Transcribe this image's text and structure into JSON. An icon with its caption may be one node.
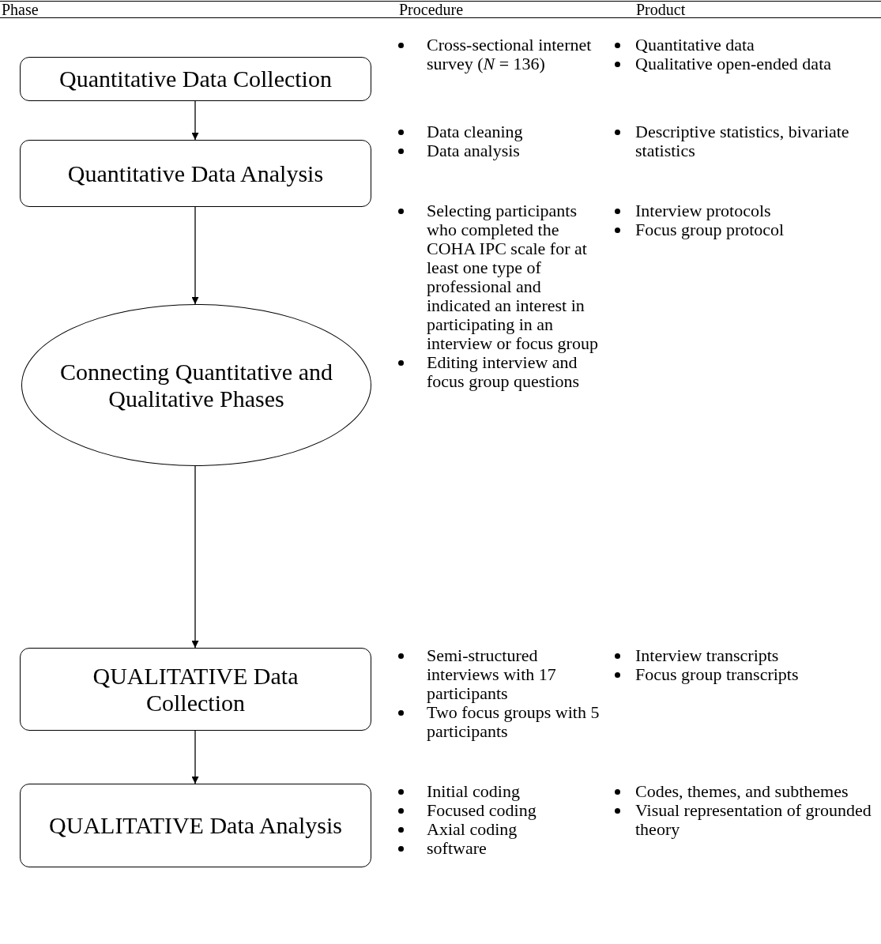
{
  "diagram": {
    "nodes": [
      {
        "text": [
          "Quantitative Data Collection"
        ]
      },
      {
        "text": [
          "Quantitative Data Analysis"
        ]
      },
      {
        "text": [
          "Connecting Quantitative and Qualitative Phases"
        ]
      },
      {
        "text": [
          "QUALITATIVE Data Collection"
        ]
      },
      {
        "text": [
          "QUALITATIVE Data Analysis"
        ]
      }
    ],
    "edges": [
      {
        "from": 0,
        "to": 1,
        "arrow": "to"
      },
      {
        "from": 1,
        "to": 2,
        "arrow": "to"
      },
      {
        "from": 2,
        "to": 3,
        "arrow": "to"
      },
      {
        "from": 3,
        "to": 4,
        "arrow": "to"
      }
    ],
    "labels": [
      "Phase",
      "Procedure",
      "Product",
      "Cross-sectional internet survey (*N* = 136)",
      "Quantitative data",
      "Qualitative open-ended data",
      "Data cleaning",
      "Data analysis",
      "Descriptive statistics, bivariate statistics",
      "Selecting participants who completed the COHA IPC scale for at least one type of professional and indicated an interest in participating in an interview or focus group",
      "Editing interview and focus group questions",
      "Interview protocols",
      "Focus group protocol",
      "Semi-structured interviews with 17 participants",
      "Two focus groups with 5 participants",
      "Interview transcripts",
      "Focus group transcripts",
      "Initial coding",
      "Focused coding",
      "Axial coding",
      "software",
      "Codes, themes, and subthemes",
      "Visual representation of grounded theory"
    ]
  }
}
